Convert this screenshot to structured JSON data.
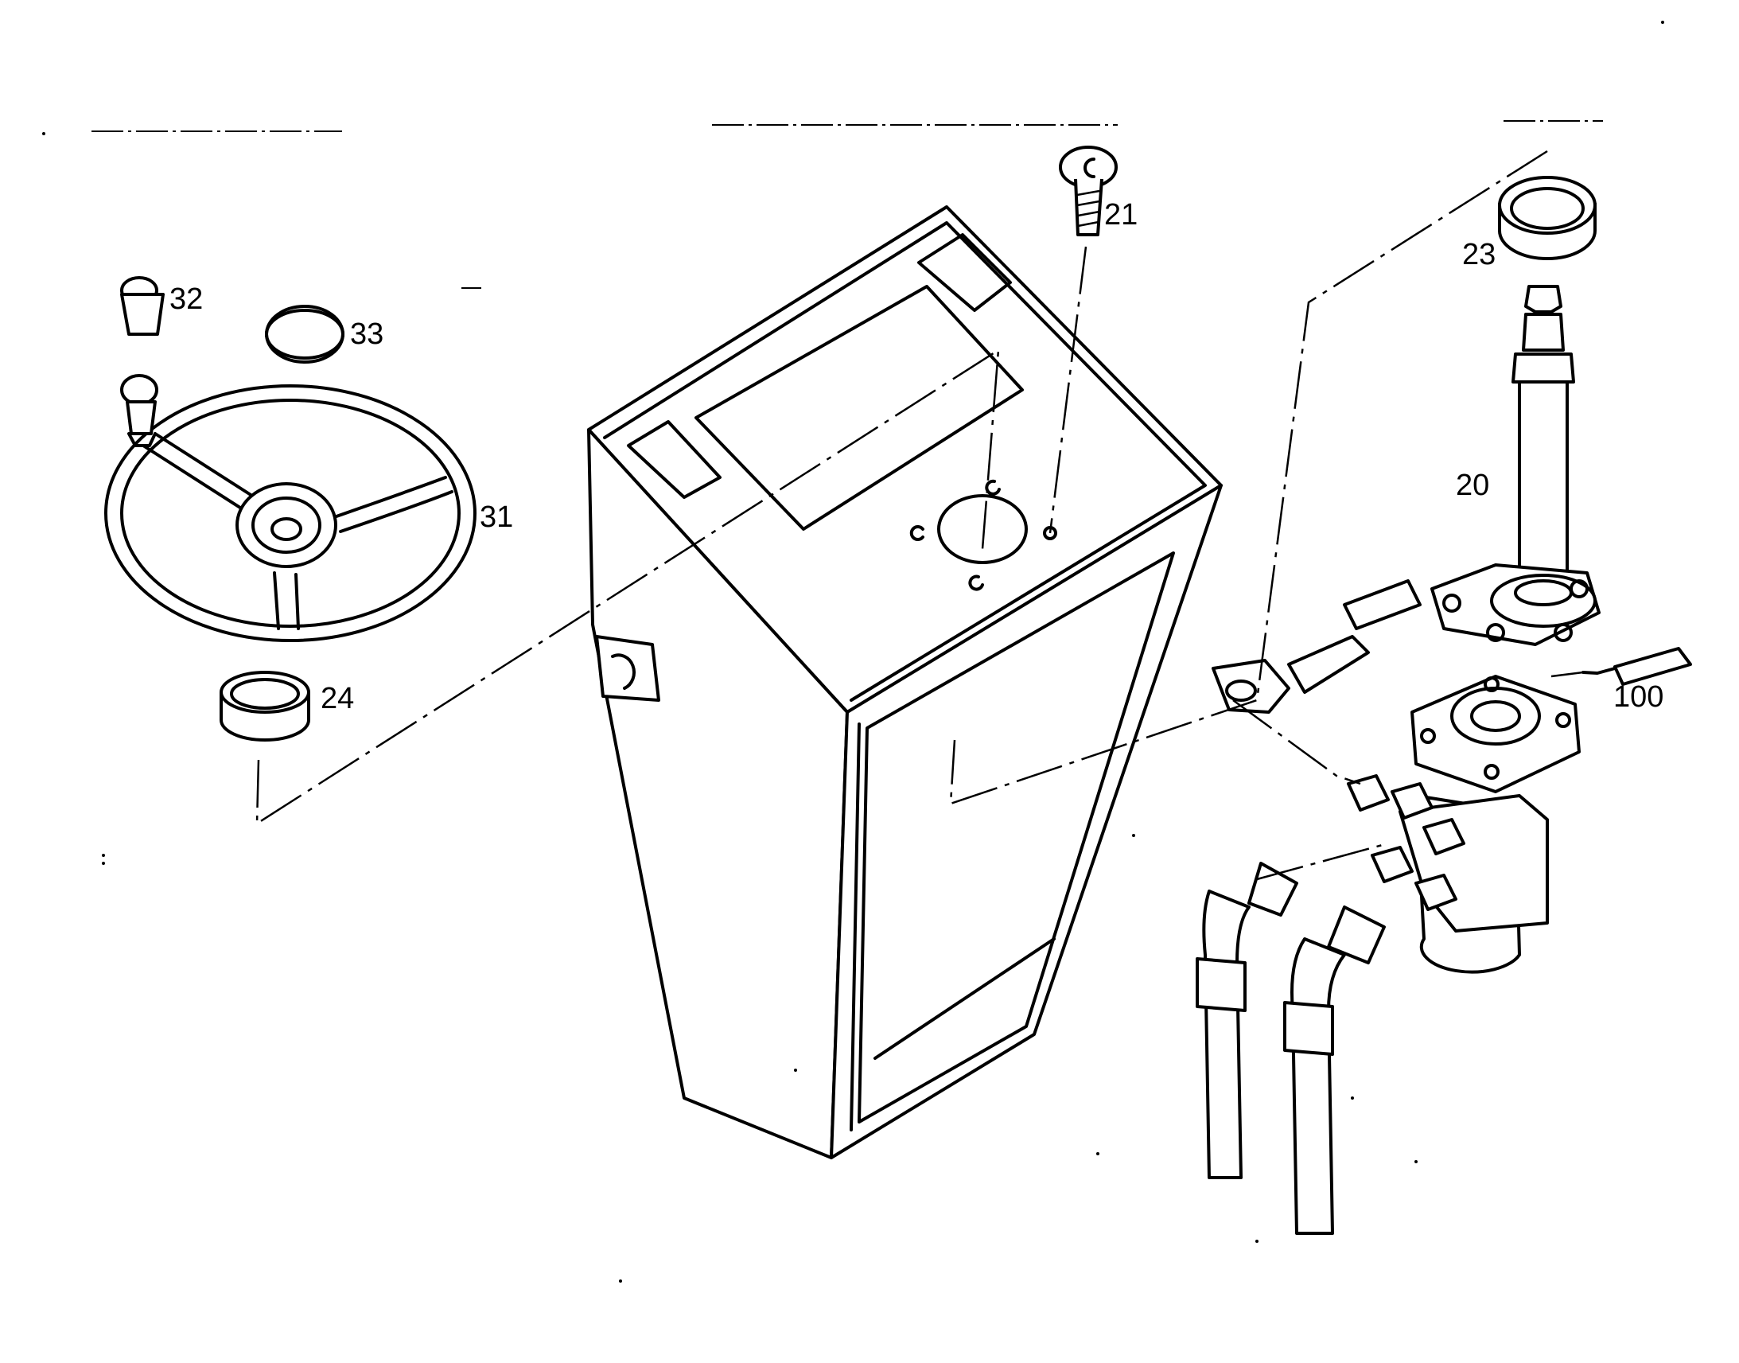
{
  "diagram": {
    "callouts": [
      {
        "id": "20",
        "label": "20"
      },
      {
        "id": "21",
        "label": "21"
      },
      {
        "id": "23",
        "label": "23"
      },
      {
        "id": "24",
        "label": "24"
      },
      {
        "id": "31",
        "label": "31"
      },
      {
        "id": "32",
        "label": "32"
      },
      {
        "id": "33",
        "label": "33"
      },
      {
        "id": "100",
        "label": "100"
      }
    ],
    "parts_icons": [
      "steering-wheel-icon",
      "knob-icon",
      "cap-icon",
      "ring-icon",
      "bolt-icon",
      "console-housing-icon",
      "steering-column-icon",
      "hydraulic-valve-icon",
      "hose-icon",
      "grease-tube-icon"
    ],
    "line_color": "#000000",
    "background": "#ffffff"
  }
}
